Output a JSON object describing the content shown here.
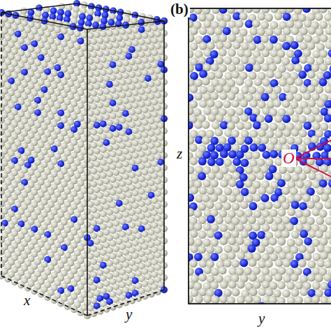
{
  "diagram": {
    "labels": [
      "(b)",
      "x",
      "y",
      "z",
      "O",
      "y"
    ]
  }
}
